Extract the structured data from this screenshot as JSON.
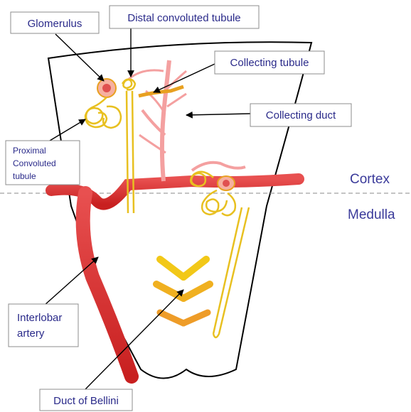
{
  "labels": {
    "glomerulus": "Glomerulus",
    "distal_convoluted_tubule": "Distal convoluted tubule",
    "collecting_tubule": "Collecting tubule",
    "collecting_duct": "Collecting duct",
    "proximal_convoluted_tubule": [
      "Proximal",
      "Convoluted",
      "tubule"
    ],
    "interlobar_artery": [
      "Interlobar",
      "artery"
    ],
    "duct_of_bellini": "Duct of Bellini"
  },
  "zones": {
    "cortex": "Cortex",
    "medulla": "Medulla"
  },
  "colors": {
    "label_text": "#2a2a8a",
    "artery": "#d83838",
    "artery_light": "#f4a0a0",
    "collecting_duct": "#f2c818",
    "collecting_duct_base": "#f0a030",
    "tubule": "#e8c020",
    "glomerulus": "#e05050",
    "boundary_line": "#a0a0a0"
  }
}
